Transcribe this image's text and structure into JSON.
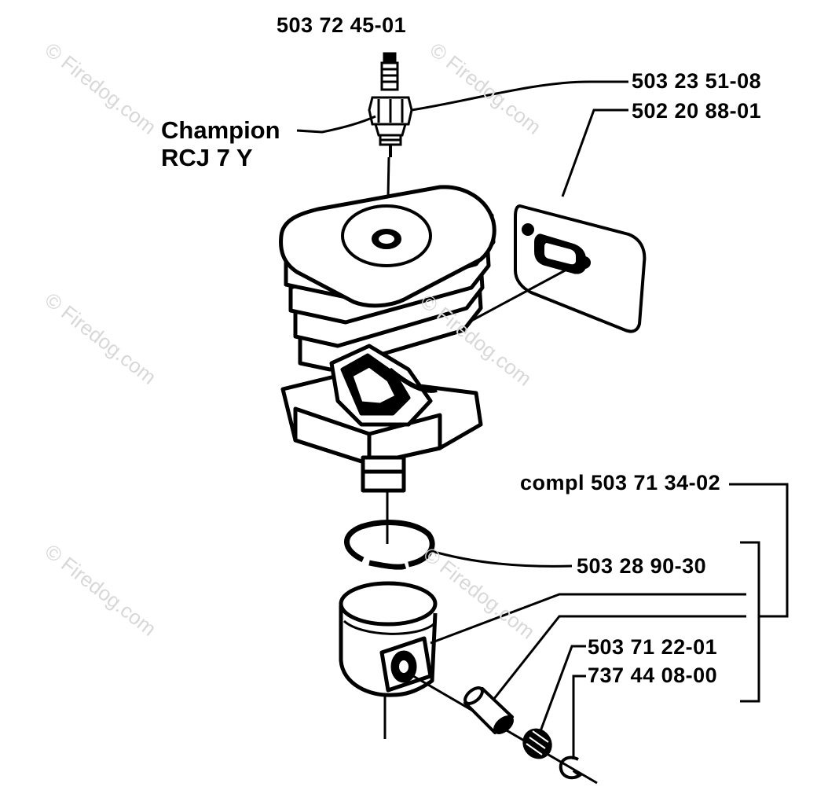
{
  "parts": {
    "spark_plug_label": "503 72 45-01",
    "spark_plug_brand": "Champion",
    "spark_plug_model": "RCJ 7 Y",
    "bolt_label": "503 23 51-08",
    "gasket_label": "502 20 88-01",
    "piston_kit_label": "compl 503 71 34-02",
    "piston_ring_label": "503 28 90-30",
    "needle_bearing_label": "503 71 22-01",
    "circlip_label": "737 44 08-00"
  },
  "watermark": "© Firedog.com"
}
